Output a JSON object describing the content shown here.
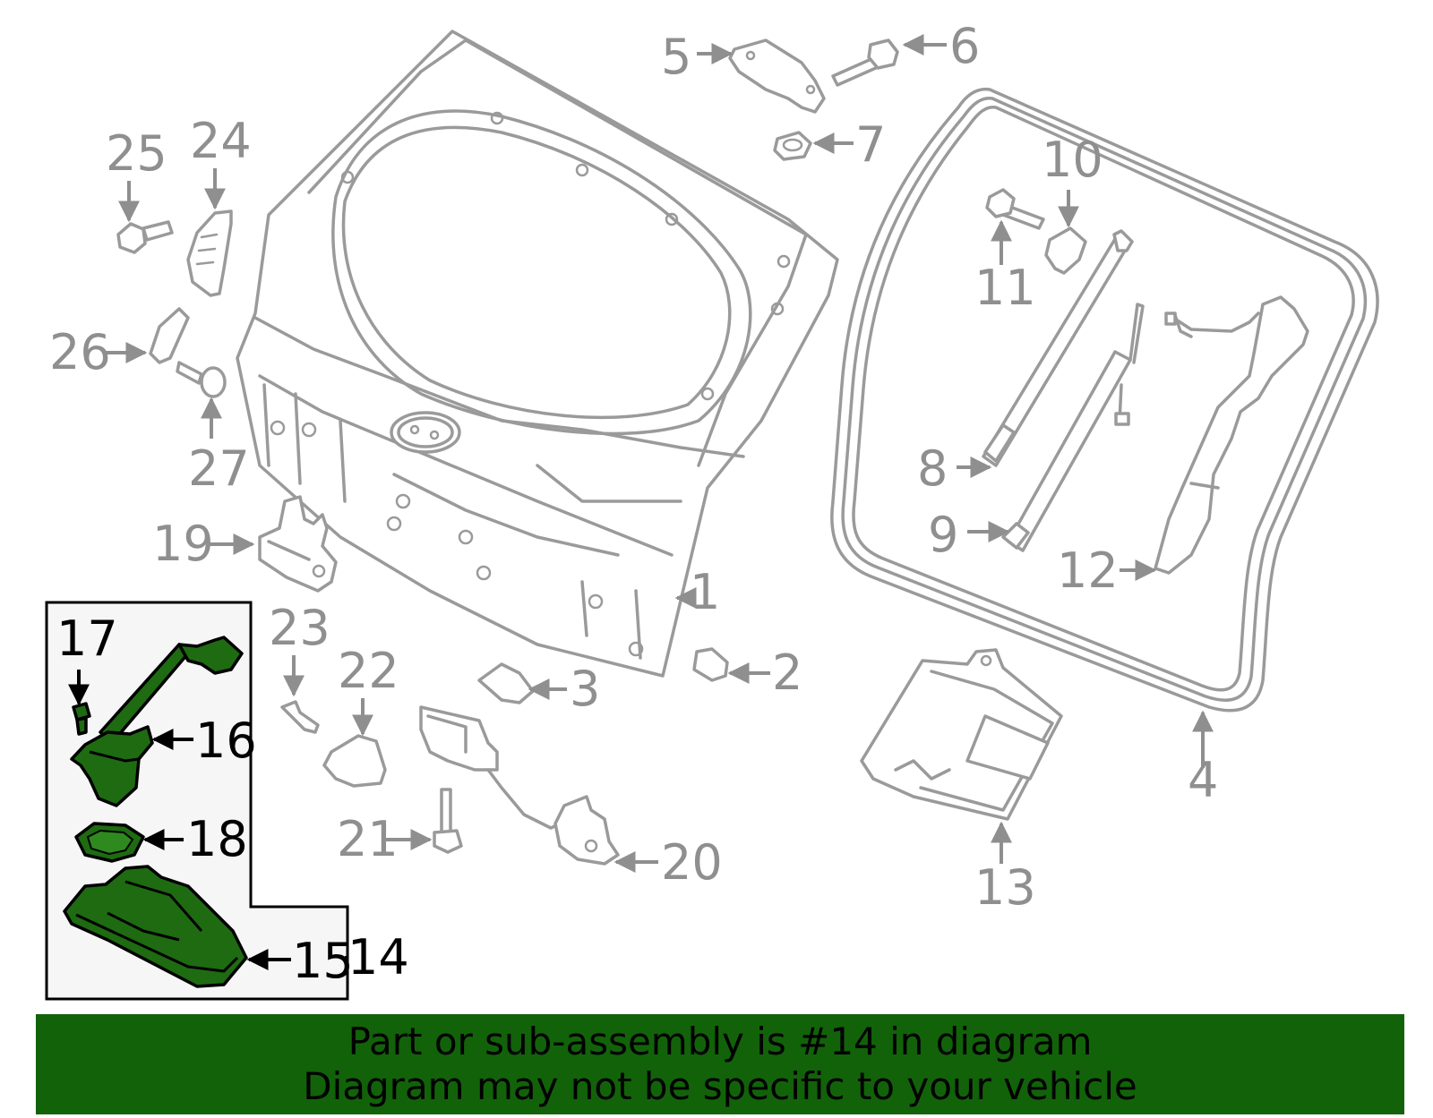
{
  "colors": {
    "banner_bg": "#12620a",
    "highlight_part": "#1e6b12",
    "callout_gray": "#8f8f8f",
    "callout_highlight": "#000000"
  },
  "callouts": {
    "c1": "1",
    "c2": "2",
    "c3": "3",
    "c4": "4",
    "c5": "5",
    "c6": "6",
    "c7": "7",
    "c8": "8",
    "c9": "9",
    "c10": "10",
    "c11": "11",
    "c12": "12",
    "c13": "13",
    "c14": "14",
    "c15": "15",
    "c16": "16",
    "c17": "17",
    "c18": "18",
    "c19": "19",
    "c20": "20",
    "c21": "21",
    "c22": "22",
    "c23": "23",
    "c24": "24",
    "c25": "25",
    "c26": "26",
    "c27": "27"
  },
  "highlighted_callouts": [
    "14",
    "15",
    "16",
    "17",
    "18"
  ],
  "banner": {
    "line1": "Part or sub-assembly is #14 in diagram",
    "line2": "Diagram may not be specific to your vehicle"
  }
}
